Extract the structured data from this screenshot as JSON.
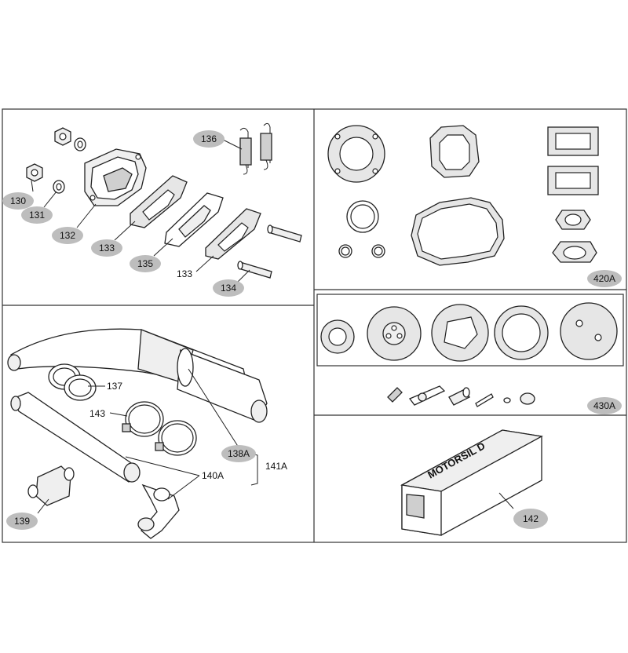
{
  "callouts": {
    "c130": "130",
    "c131": "131",
    "c132": "132",
    "c133a": "133",
    "c133b": "133",
    "c134": "134",
    "c135": "135",
    "c136": "136",
    "c137": "137",
    "c138a": "138A",
    "c139": "139",
    "c140a": "140A",
    "c141a": "141A",
    "c142": "142",
    "c143": "143",
    "c420a": "420A",
    "c430a": "430A"
  },
  "product_box": {
    "brand": "MOTORSIL D"
  }
}
